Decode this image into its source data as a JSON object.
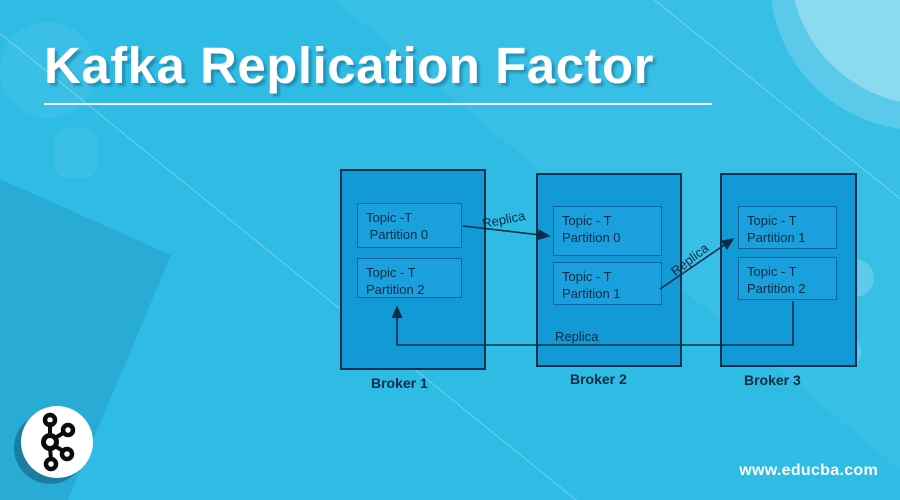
{
  "page": {
    "title": "Kafka Replication Factor",
    "watermark": "www.educba.com"
  },
  "diagram": {
    "brokers": [
      {
        "label": "Broker 1",
        "partitions": [
          {
            "l1": "Topic -T",
            "l2": " Partition 0"
          },
          {
            "l1": "Topic - T",
            "l2": "Partition 2"
          }
        ]
      },
      {
        "label": "Broker 2",
        "partitions": [
          {
            "l1": "Topic - T",
            "l2": "Partition 0"
          },
          {
            "l1": "Topic - T",
            "l2": "Partition 1"
          }
        ]
      },
      {
        "label": "Broker 3",
        "partitions": [
          {
            "l1": "Topic - T",
            "l2": "Partition 1"
          },
          {
            "l1": "Topic - T",
            "l2": "Partition 2"
          }
        ]
      }
    ],
    "replica_labels": [
      "Replica",
      "Replica",
      "Replica"
    ]
  },
  "colors": {
    "background": "#2ebce5",
    "background_dark": "#28acd6",
    "broker_fill": "#129ad7",
    "partition_fill": "#1aa1dd",
    "box_border": "#0b2f4c",
    "partition_border": "#0d649e",
    "ink": "#0a2b44",
    "arrow": "#0d2e47",
    "title_color": "#ffffff"
  }
}
